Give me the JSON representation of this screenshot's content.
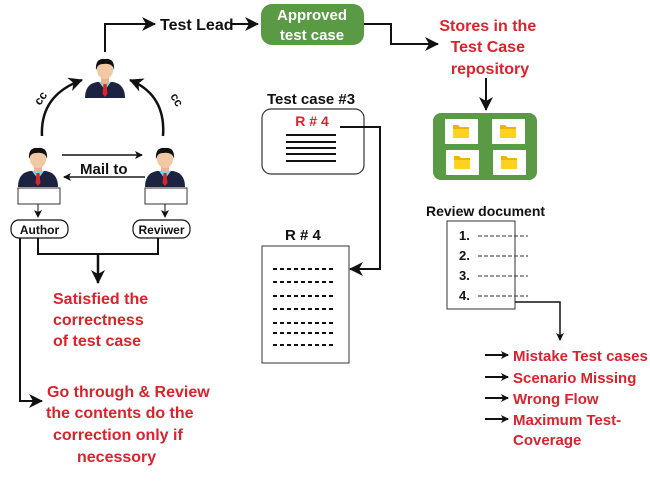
{
  "colors": {
    "accent_red": "#d9232d",
    "green": "#5a9a45",
    "folder": "#f5c518",
    "suit": "#1b2340",
    "tie": "#d9232d",
    "skin": "#f2c9a5"
  },
  "people": {
    "lead": {
      "icon": "person-icon"
    },
    "author": {
      "icon": "person-icon",
      "label": "Author"
    },
    "reviewer": {
      "icon": "person-icon",
      "label": "Reviwer"
    }
  },
  "labels": {
    "test_lead": "Test Lead",
    "cc_left": "cc",
    "cc_right": "cc",
    "mail_to": "Mail to",
    "approved_line1": "Approved",
    "approved_line2": "test case",
    "stores_line1": "Stores in the",
    "stores_line2": "Test Case",
    "stores_line3": "repository",
    "test_case_title": "Test case #3",
    "test_case_ref": "R # 4",
    "review_ref_title": "R # 4",
    "review_doc_title": "Review document",
    "satisfied_line1": "Satisfied the",
    "satisfied_line2": "correctness",
    "satisfied_line3": "of test case",
    "goreview_line1": "Go through & Review",
    "goreview_line2": "the contents do the",
    "goreview_line3": "correction only if",
    "goreview_line4": "necessory"
  },
  "review_document": {
    "items": [
      "1.",
      "2.",
      "3.",
      "4."
    ]
  },
  "findings": [
    {
      "label": "Mistake Test cases"
    },
    {
      "label": "Scenario Missing"
    },
    {
      "label": "Wrong Flow"
    },
    {
      "label": "Maximum Test-"
    },
    {
      "label": "Coverage"
    }
  ],
  "repository": {
    "folder_count": 4
  }
}
